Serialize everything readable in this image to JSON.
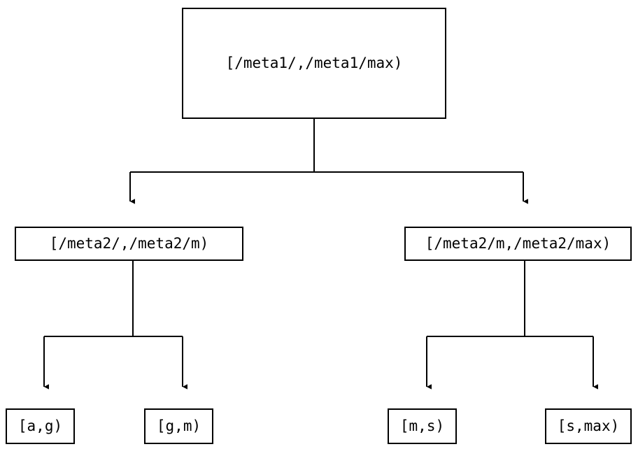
{
  "diagram": {
    "type": "tree",
    "orientation": "top-down",
    "background_color": "#ffffff",
    "stroke_color": "#000000",
    "stroke_width": 2,
    "arrowhead": "filled-triangle-down",
    "levels": 3,
    "node_count": 7,
    "nodes": {
      "root": {
        "label": "[/meta1/,/meta1/max)",
        "level": 0
      },
      "branch_left": {
        "label": "[/meta2/,/meta2/m)",
        "level": 1
      },
      "branch_right": {
        "label": "[/meta2/m,/meta2/max)",
        "level": 1
      },
      "leaf_1": {
        "label": "[a,g)",
        "level": 2
      },
      "leaf_2": {
        "label": "[g,m)",
        "level": 2
      },
      "leaf_3": {
        "label": "[m,s)",
        "level": 2
      },
      "leaf_4": {
        "label": "[s,max)",
        "level": 2
      }
    },
    "edges": [
      {
        "from": "root",
        "to": "branch_left"
      },
      {
        "from": "root",
        "to": "branch_right"
      },
      {
        "from": "branch_left",
        "to": "leaf_1"
      },
      {
        "from": "branch_left",
        "to": "leaf_2"
      },
      {
        "from": "branch_right",
        "to": "leaf_3"
      },
      {
        "from": "branch_right",
        "to": "leaf_4"
      }
    ]
  }
}
